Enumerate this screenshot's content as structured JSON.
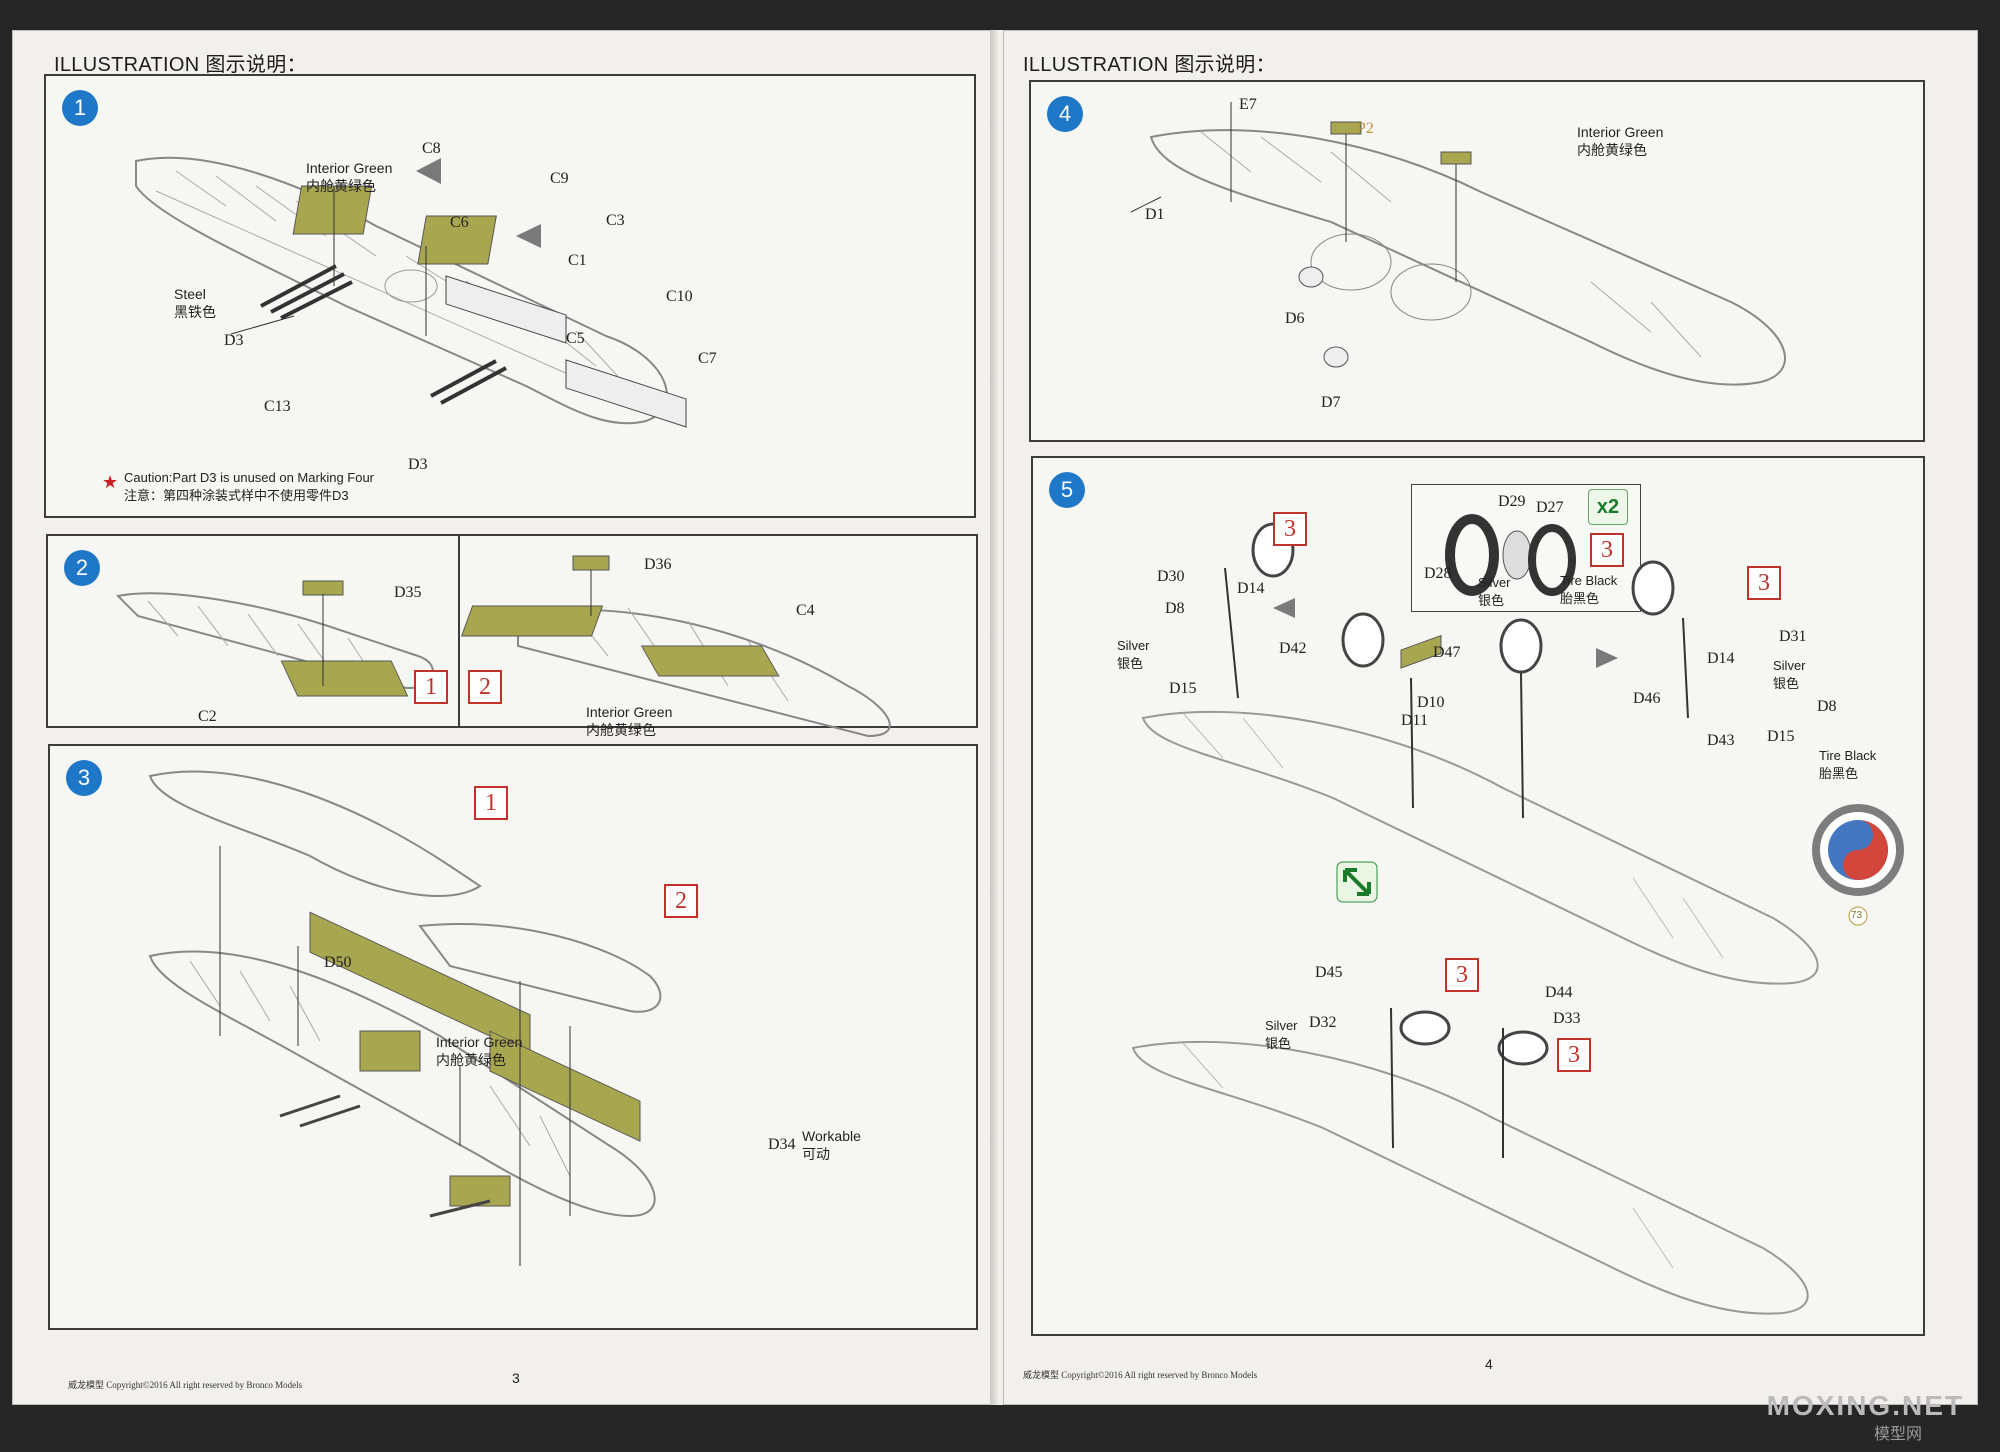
{
  "left_page": {
    "header": "ILLUSTRATION 图示说明：",
    "page_number": "3",
    "footer": "威龙模型  Copyright©2016  All right reserved by Bronco Models",
    "steps": {
      "s1": {
        "num": "1",
        "note_interior": "Interior Green\n内舱黄绿色",
        "note_steel": "Steel\n黑铁色",
        "caution": "Caution:Part D3 is unused on Marking Four\n注意：第四种涂装式样中不使用零件D3",
        "parts": [
          "C8",
          "C9",
          "C6",
          "C3",
          "C1",
          "C10",
          "C5",
          "C7",
          "D3",
          "C13",
          "D3"
        ]
      },
      "s2": {
        "num": "2",
        "parts": [
          "D35",
          "C2",
          "D36",
          "C4"
        ],
        "note_interior": "Interior Green\n内舱黄绿色",
        "boxes": [
          "1",
          "2"
        ]
      },
      "s3": {
        "num": "3",
        "parts": [
          "D50",
          "D34"
        ],
        "note_interior": "Interior Green\n内舱黄绿色",
        "note_workable": "Workable\n可动",
        "boxes": [
          "1",
          "2"
        ]
      }
    }
  },
  "right_page": {
    "header": "ILLUSTRATION 图示说明：",
    "page_number": "4",
    "footer": "威龙模型  Copyright©2016  All right reserved by Bronco Models",
    "steps": {
      "s4": {
        "num": "4",
        "parts": [
          "E7",
          "P2",
          "D1",
          "D6",
          "D7"
        ],
        "note_interior": "Interior Green\n内舱黄绿色"
      },
      "s5": {
        "num": "5",
        "inset_parts": [
          "D29",
          "D27",
          "D28"
        ],
        "inset_silver": "Silver\n银色",
        "inset_tire": "Tire Black\n胎黑色",
        "multiplier": "x2",
        "parts_left": [
          "D30",
          "D14",
          "D8",
          "D42",
          "D15",
          "D47",
          "D10",
          "D11"
        ],
        "parts_right": [
          "D31",
          "D14",
          "D8",
          "D43",
          "D15",
          "D46"
        ],
        "parts_bottom": [
          "D45",
          "D32",
          "D44",
          "D33"
        ],
        "note_silver": "Silver\n银色",
        "note_tire": "Tire Black\n胎黑色",
        "decal": "73",
        "box": "3"
      }
    }
  },
  "watermark": {
    "main": "MOXING.NET",
    "sub": "模型网"
  },
  "colors": {
    "interior_green": "#a9a650",
    "part_dark": "#3a3a3a",
    "step_blue": "#1f77c8",
    "box_red": "#c0332b",
    "roundel_blue": "#4477c2",
    "roundel_red": "#d2463c"
  }
}
